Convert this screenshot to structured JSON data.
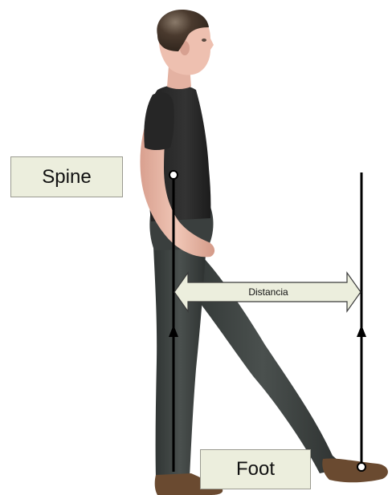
{
  "labels": {
    "spine": "Spine",
    "foot": "Foot",
    "distance": "Distancia"
  },
  "colors": {
    "background": "#ffffff",
    "label_box_fill": "#eceedd",
    "label_box_border": "#9a9a90",
    "arrow_fill": "#eceedd",
    "line": "#000000",
    "shirt": "#2a2a2a",
    "pants": "#3a3f3e",
    "skin": "#e8b8a8",
    "hair": "#4a3a2e",
    "shoe": "#6a4a30"
  },
  "icons": {
    "figure": "walking-person-illustration",
    "marker": "circle-marker",
    "arrowhead": "triangle-arrowhead"
  }
}
